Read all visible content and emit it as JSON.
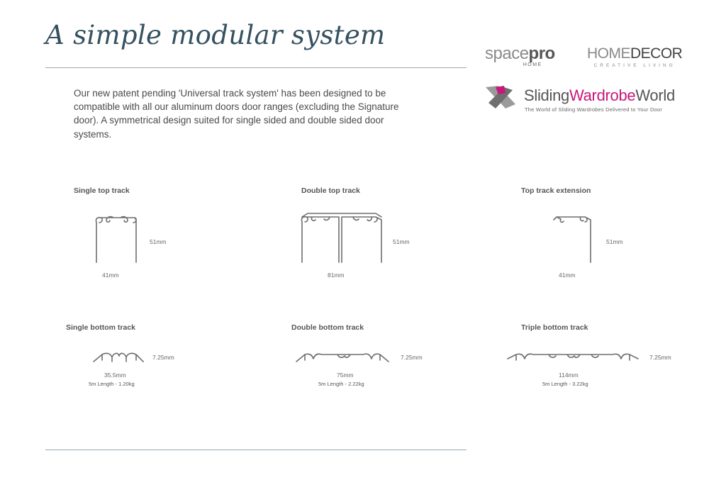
{
  "header": {
    "title": "A simple modular system",
    "intro": "Our new patent pending 'Universal track system' has been designed to be compatible with all our aluminum doors door ranges (excluding the Signature door). A symmetrical design suited for single sided and double sided door systems."
  },
  "logos": {
    "spacepro": {
      "part1": "space",
      "part2": "pro",
      "sub": "HOME"
    },
    "homedecor": {
      "part1": "HOME",
      "part2": "DECOR",
      "sub": "CREATIVE LIVING"
    },
    "sww": {
      "part1": "Sliding",
      "part2": "Wardrobe",
      "part3": "World",
      "tagline": "The World of Sliding Wardrobes Delivered to Your Door",
      "accent": "#c8177a"
    }
  },
  "tracks": {
    "single_top": {
      "title": "Single top track",
      "width": "41mm",
      "height": "51mm"
    },
    "double_top": {
      "title": "Double top track",
      "width": "81mm",
      "height": "51mm"
    },
    "top_extension": {
      "title": "Top track extension",
      "width": "41mm",
      "height": "51mm"
    },
    "single_bottom": {
      "title": "Single bottom track",
      "width": "35.5mm",
      "height": "7.25mm",
      "length": "5m Length - 1.20kg"
    },
    "double_bottom": {
      "title": "Double bottom track",
      "width": "75mm",
      "height": "7.25mm",
      "length": "5m Length - 2.22kg"
    },
    "triple_bottom": {
      "title": "Triple bottom track",
      "width": "114mm",
      "height": "7.25mm",
      "length": "5m Length - 3.22kg"
    }
  }
}
